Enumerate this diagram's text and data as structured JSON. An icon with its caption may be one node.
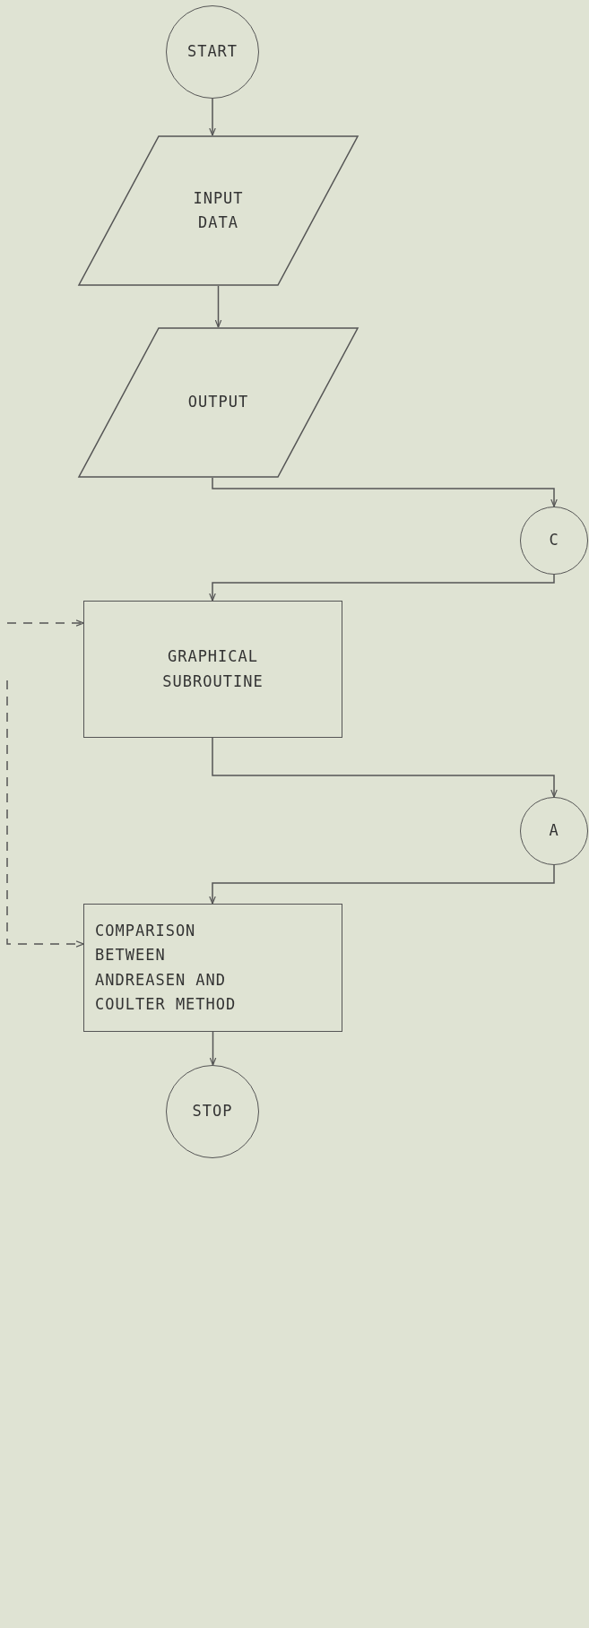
{
  "diagram": {
    "nodes": [
      {
        "text": [
          "START"
        ]
      },
      {
        "text": [
          "INPUT DATA"
        ]
      },
      {
        "text": [
          "OUTPUT"
        ]
      },
      {
        "text": [
          "C"
        ]
      },
      {
        "text": [
          "GRAPHICAL SUBROUTINE"
        ]
      },
      {
        "text": [
          "A"
        ]
      },
      {
        "text": [
          "COMPARISON BETWEEN ANDREASEN AND COULTER METHOD"
        ]
      },
      {
        "text": [
          "STOP"
        ]
      }
    ],
    "edges": [
      {
        "from": 0,
        "to": 1,
        "arrow": "to"
      },
      {
        "from": 1,
        "to": 2,
        "arrow": "to"
      },
      {
        "from": 2,
        "to": 3,
        "arrow": "to"
      },
      {
        "from": 3,
        "to": 4,
        "arrow": "to"
      },
      {
        "from": 4,
        "to": 5,
        "arrow": "to"
      },
      {
        "from": 5,
        "to": 6,
        "arrow": "to"
      },
      {
        "from": 6,
        "to": 7,
        "arrow": "to"
      },
      {
        "from": null,
        "to": 4,
        "arrow": "to",
        "style": "dashed"
      },
      {
        "from": null,
        "to": 6,
        "arrow": "to",
        "style": "dashed"
      }
    ]
  }
}
